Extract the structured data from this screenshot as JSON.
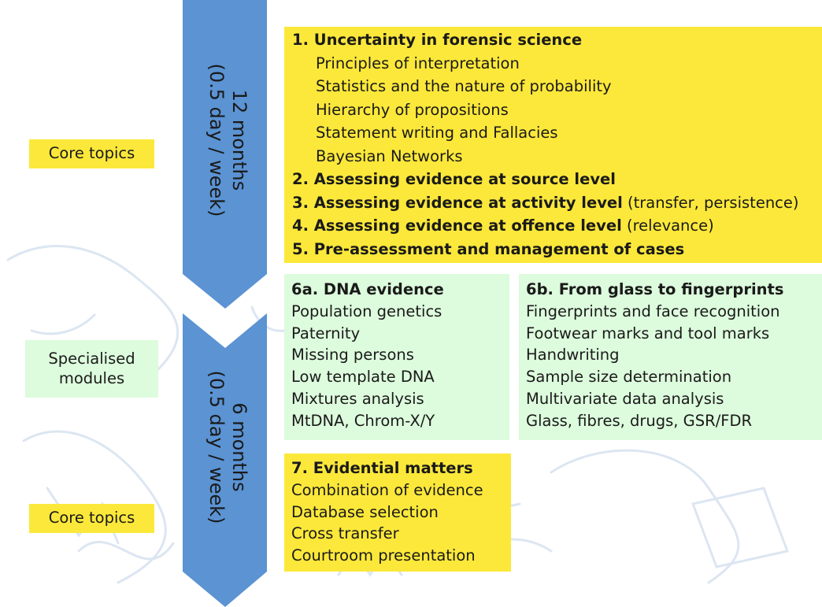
{
  "colors": {
    "arrow": "#5b93d3",
    "yellow": "#fce83a",
    "green": "#ddfbdd"
  },
  "left_labels": {
    "core_top": "Core topics",
    "specialised": "Specialised modules",
    "core_bottom": "Core topics"
  },
  "arrows": {
    "top": {
      "line1": "12 months",
      "line2": "(0.5 day / week)"
    },
    "bottom": {
      "line1": "6 months",
      "line2": "(0.5 day / week)"
    }
  },
  "core_panel": {
    "topic1": {
      "title": "1. Uncertainty in forensic science",
      "items": [
        "Principles of interpretation",
        "Statistics and the nature of probability",
        "Hierarchy of propositions",
        "Statement writing and Fallacies",
        "Bayesian Networks"
      ]
    },
    "topic2": {
      "title": "2. Assessing evidence at source level"
    },
    "topic3": {
      "title": "3. Assessing evidence at activity level",
      "note": " (transfer, persistence)"
    },
    "topic4": {
      "title": "4. Assessing evidence at offence level",
      "note": " (relevance)"
    },
    "topic5": {
      "title": "5. Pre-assessment and management of cases"
    }
  },
  "module_6a": {
    "title": "6a. DNA evidence",
    "items": [
      "Population genetics",
      "Paternity",
      "Missing persons",
      "Low template DNA",
      "Mixtures analysis",
      "MtDNA, Chrom-X/Y"
    ]
  },
  "module_6b": {
    "title": "6b. From glass to fingerprints",
    "items": [
      "Fingerprints and face recognition",
      "Footwear marks and tool marks",
      "Handwriting",
      "Sample size determination",
      "Multivariate data analysis",
      "Glass, fibres, drugs, GSR/FDR"
    ]
  },
  "module_7": {
    "title": "7. Evidential matters",
    "items": [
      "Combination of evidence",
      "Database selection",
      "Cross transfer",
      "Courtroom presentation"
    ]
  }
}
